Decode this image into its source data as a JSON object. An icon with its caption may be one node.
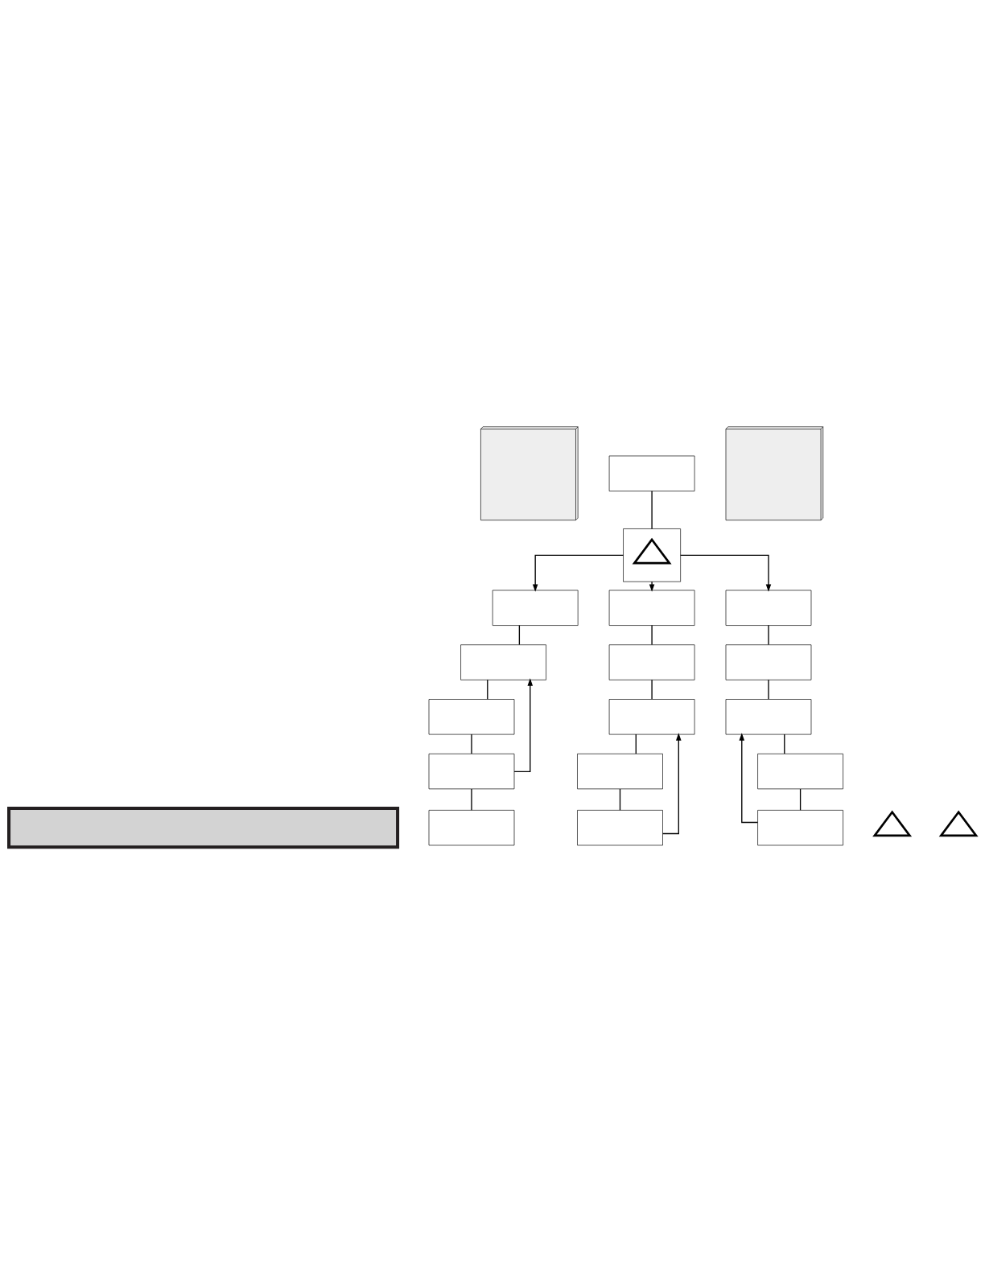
{
  "diagram": {
    "nodes": [
      {
        "text": [],
        "shape": "bar"
      },
      {
        "text": [],
        "shape": "picture"
      },
      {
        "text": [],
        "shape": "box"
      },
      {
        "text": [],
        "shape": "box"
      },
      {
        "text": [],
        "shape": "triangle",
        "in": 3
      },
      {
        "text": [],
        "shape": "picture"
      },
      {
        "text": [],
        "shape": "box"
      },
      {
        "text": [],
        "shape": "box"
      },
      {
        "text": [],
        "shape": "box"
      },
      {
        "text": [],
        "shape": "box"
      },
      {
        "text": [],
        "shape": "box"
      },
      {
        "text": [],
        "shape": "box"
      },
      {
        "text": [],
        "shape": "box"
      },
      {
        "text": [],
        "shape": "box"
      },
      {
        "text": [],
        "shape": "box"
      },
      {
        "text": [],
        "shape": "box"
      },
      {
        "text": [],
        "shape": "box"
      },
      {
        "text": [],
        "shape": "box"
      },
      {
        "text": [],
        "shape": "box"
      },
      {
        "text": [],
        "shape": "box"
      },
      {
        "text": [],
        "shape": "box"
      },
      {
        "text": [],
        "shape": "triangle"
      },
      {
        "text": [],
        "shape": "triangle"
      }
    ],
    "edges": [
      {
        "from": 2,
        "to": 3,
        "arrow": "none"
      },
      {
        "from": 3,
        "to": 6,
        "arrow": "to"
      },
      {
        "from": 3,
        "to": 11,
        "arrow": "to"
      },
      {
        "from": 3,
        "to": 16,
        "arrow": "to"
      },
      {
        "from": 6,
        "to": 7,
        "arrow": "none"
      },
      {
        "from": 7,
        "to": 8,
        "arrow": "none"
      },
      {
        "from": 8,
        "to": 9,
        "arrow": "none"
      },
      {
        "from": 9,
        "to": 10,
        "arrow": "none"
      },
      {
        "from": 9,
        "to": 7,
        "arrow": "to"
      },
      {
        "from": 11,
        "to": 12,
        "arrow": "none"
      },
      {
        "from": 12,
        "to": 13,
        "arrow": "none"
      },
      {
        "from": 13,
        "to": 14,
        "arrow": "none"
      },
      {
        "from": 14,
        "to": 15,
        "arrow": "none"
      },
      {
        "from": 15,
        "to": 13,
        "arrow": "to"
      },
      {
        "from": 16,
        "to": 17,
        "arrow": "none"
      },
      {
        "from": 17,
        "to": 18,
        "arrow": "none"
      },
      {
        "from": 18,
        "to": 19,
        "arrow": "none"
      },
      {
        "from": 19,
        "to": 20,
        "arrow": "none"
      },
      {
        "from": 20,
        "to": 18,
        "arrow": "to"
      }
    ]
  }
}
